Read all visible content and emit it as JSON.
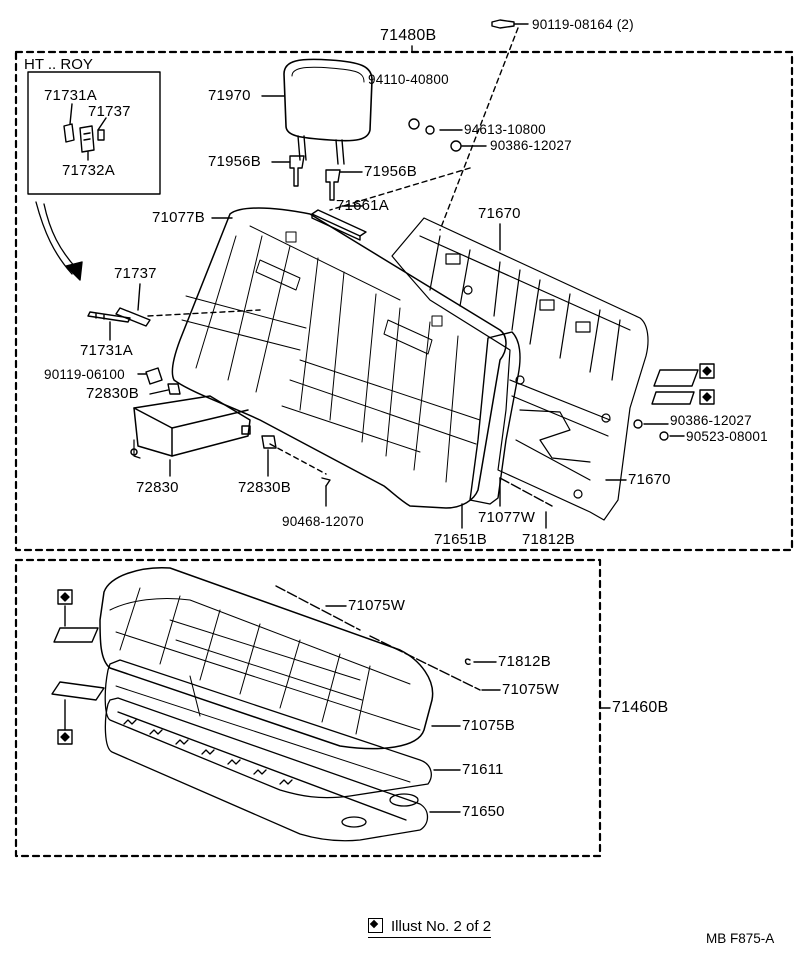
{
  "diagram": {
    "inset_title": "HT .. ROY",
    "assembly_labels": {
      "seatback_assembly": "71480B",
      "cushion_assembly": "71460B"
    },
    "parts": {
      "p01": "90119-08164 (2)",
      "p02": "94110-40800",
      "p03": "94613-10800",
      "p04": "90386-12027",
      "p05": "71970",
      "p06": "71956B",
      "p07": "71956B",
      "p08": "71661A",
      "p09": "71077B",
      "p10": "71670",
      "p11": "71731A",
      "p12": "71737",
      "p13": "71732A",
      "p14": "71737",
      "p15": "71731A",
      "p16": "90119-06100",
      "p17": "72830B",
      "p18": "72830",
      "p19": "72830B",
      "p20": "90468-12070",
      "p21": "71651B",
      "p22": "71077W",
      "p23": "71812B",
      "p24": "71670",
      "p25": "90386-12027",
      "p26": "90523-08001",
      "p27": "71075W",
      "p28": "71812B",
      "p29": "71075W",
      "p30": "71075B",
      "p31": "71611",
      "p32": "71650"
    },
    "footer_note": "Illust No. 2 of 2",
    "drawing_code": "MB  F875-A"
  }
}
